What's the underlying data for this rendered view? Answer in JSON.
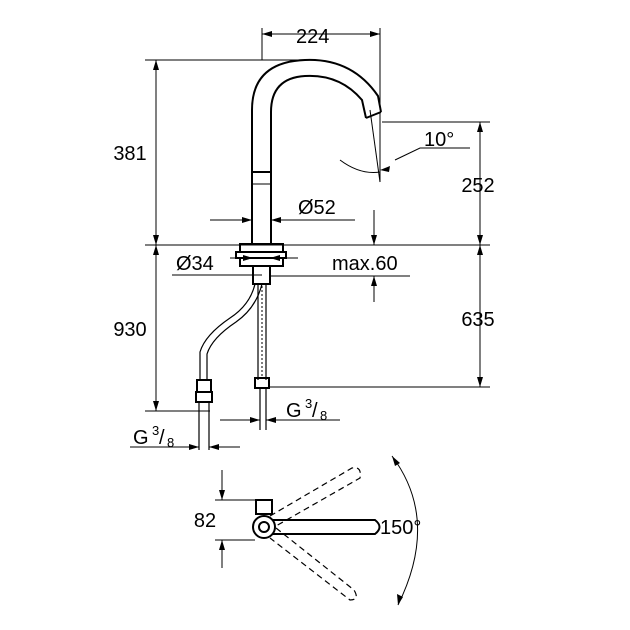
{
  "dimensions": {
    "spout_reach": "224",
    "total_height": "381",
    "spout_angle": "10°",
    "spout_height": "252",
    "body_diameter": "Ø52",
    "hole_diameter": "Ø34",
    "max_counter": "max.60",
    "hose_length_left": "930",
    "hose_length_right": "635",
    "thread_right_g": "G",
    "thread_right_num": "3",
    "thread_right_den": "8",
    "thread_left_g": "G",
    "thread_left_num": "3",
    "thread_left_den": "8",
    "lever_offset": "82",
    "lever_swing": "150°"
  }
}
